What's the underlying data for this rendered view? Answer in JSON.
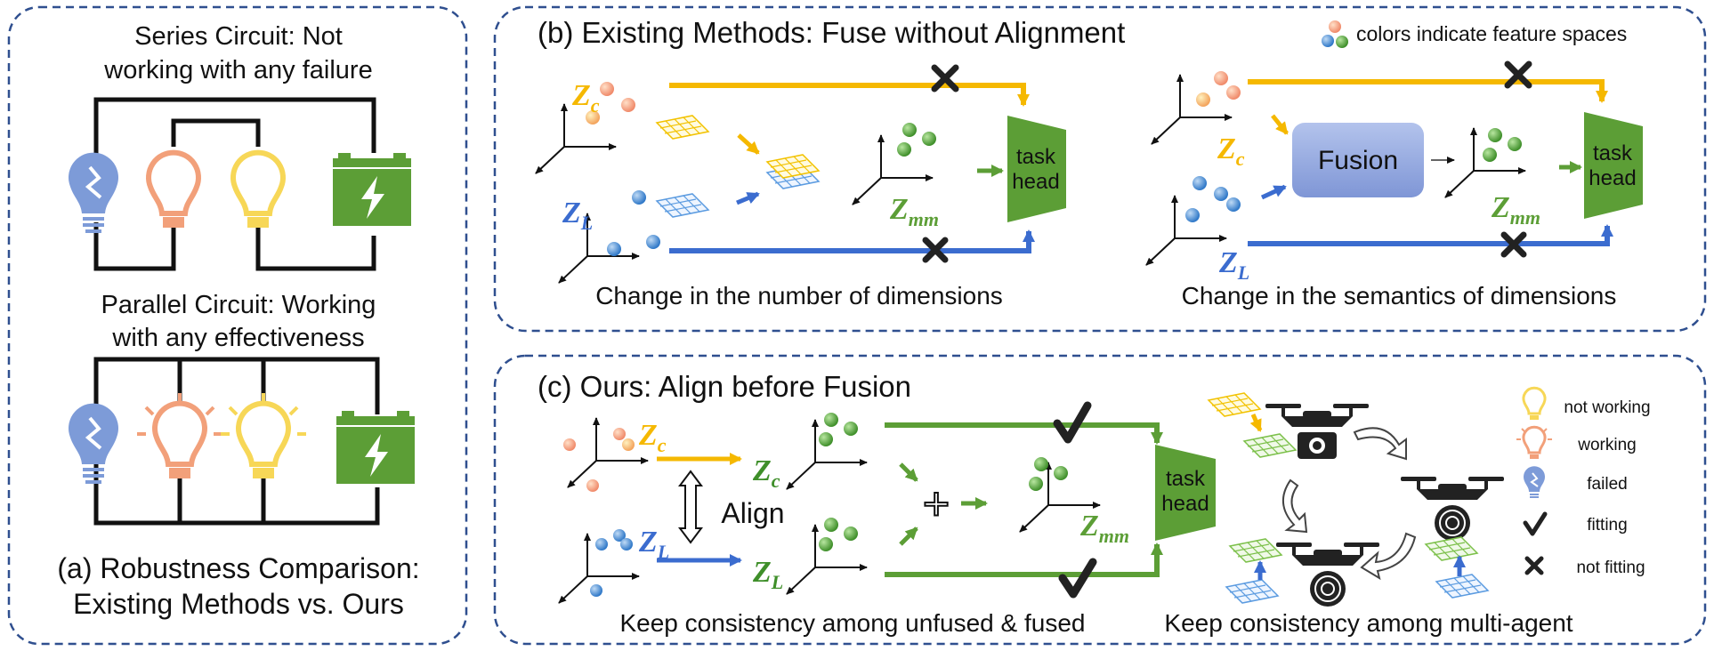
{
  "panel_a": {
    "series_title_1": "Series Circuit: Not",
    "series_title_2": "working with any failure",
    "parallel_title_1": "Parallel Circuit: Working",
    "parallel_title_2": "with any effectiveness",
    "caption_1": "(a) Robustness Comparison:",
    "caption_2": "Existing Methods vs. Ours"
  },
  "panel_b": {
    "title": "(b) Existing Methods: Fuse without Alignment",
    "legend_note": "colors indicate feature spaces",
    "left_caption": "Change in the number of dimensions",
    "right_caption": "Change in the semantics of dimensions",
    "fusion_label": "Fusion",
    "task_head_1": "task",
    "task_head_2": "head",
    "z_main": "Z",
    "sub_c": "c",
    "sub_l": "L",
    "sub_mm": "mm"
  },
  "panel_c": {
    "title": "(c) Ours: Align before Fusion",
    "align_label": "Align",
    "plus_symbol": "+",
    "left_caption": "Keep consistency among unfused & fused",
    "right_caption": "Keep consistency among multi-agent",
    "task_head_1": "task",
    "task_head_2": "head"
  },
  "legend": {
    "items": [
      {
        "label": "not working",
        "icon": "bulb-off-icon"
      },
      {
        "label": "working",
        "icon": "bulb-on-icon"
      },
      {
        "label": "failed",
        "icon": "bulb-broken-icon"
      },
      {
        "label": "fitting",
        "icon": "check-icon"
      },
      {
        "label": "not fitting",
        "icon": "cross-icon"
      }
    ]
  },
  "colors": {
    "frame": "#2f4f8f",
    "orange": "#f5b800",
    "blue": "#3b6ccf",
    "green": "#5c9e36",
    "fusion_box": "#9aaee0",
    "bulb_blue": "#7d9bd8",
    "bulb_orange": "#f2a07a",
    "bulb_yellow": "#f7d757"
  }
}
